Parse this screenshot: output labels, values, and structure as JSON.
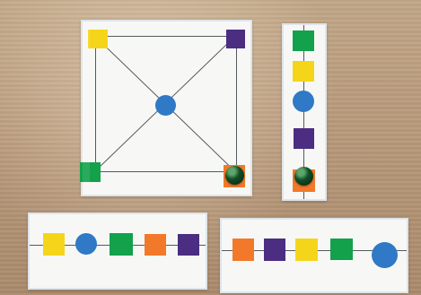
{
  "scene": {
    "background_colors": [
      "#b59a7b",
      "#c2a788",
      "#aa8a6c"
    ],
    "card_color": "#f7f8f6",
    "shape_colors": {
      "yellow": "#f5d51a",
      "purple": "#4b2d82",
      "green": "#13a14c",
      "orange": "#f2792a",
      "blue": "#2f79c7",
      "token": "#124f27"
    }
  },
  "cards": {
    "square_card_shapes": [
      "yellow-square",
      "purple-square",
      "blue-circle",
      "green-square",
      "orange-square"
    ],
    "vertical_card_shapes": [
      "green-square",
      "yellow-square",
      "blue-circle",
      "purple-square",
      "orange-square"
    ],
    "left_strip_shapes": [
      "yellow-square",
      "blue-circle",
      "green-square",
      "orange-square",
      "purple-square"
    ],
    "right_strip_shapes": [
      "orange-square",
      "purple-square",
      "yellow-square",
      "green-square",
      "blue-circle"
    ]
  },
  "tokens": {
    "color": "dark-green",
    "placed_on": [
      "square-card-orange-square",
      "vertical-card-orange-square"
    ]
  }
}
